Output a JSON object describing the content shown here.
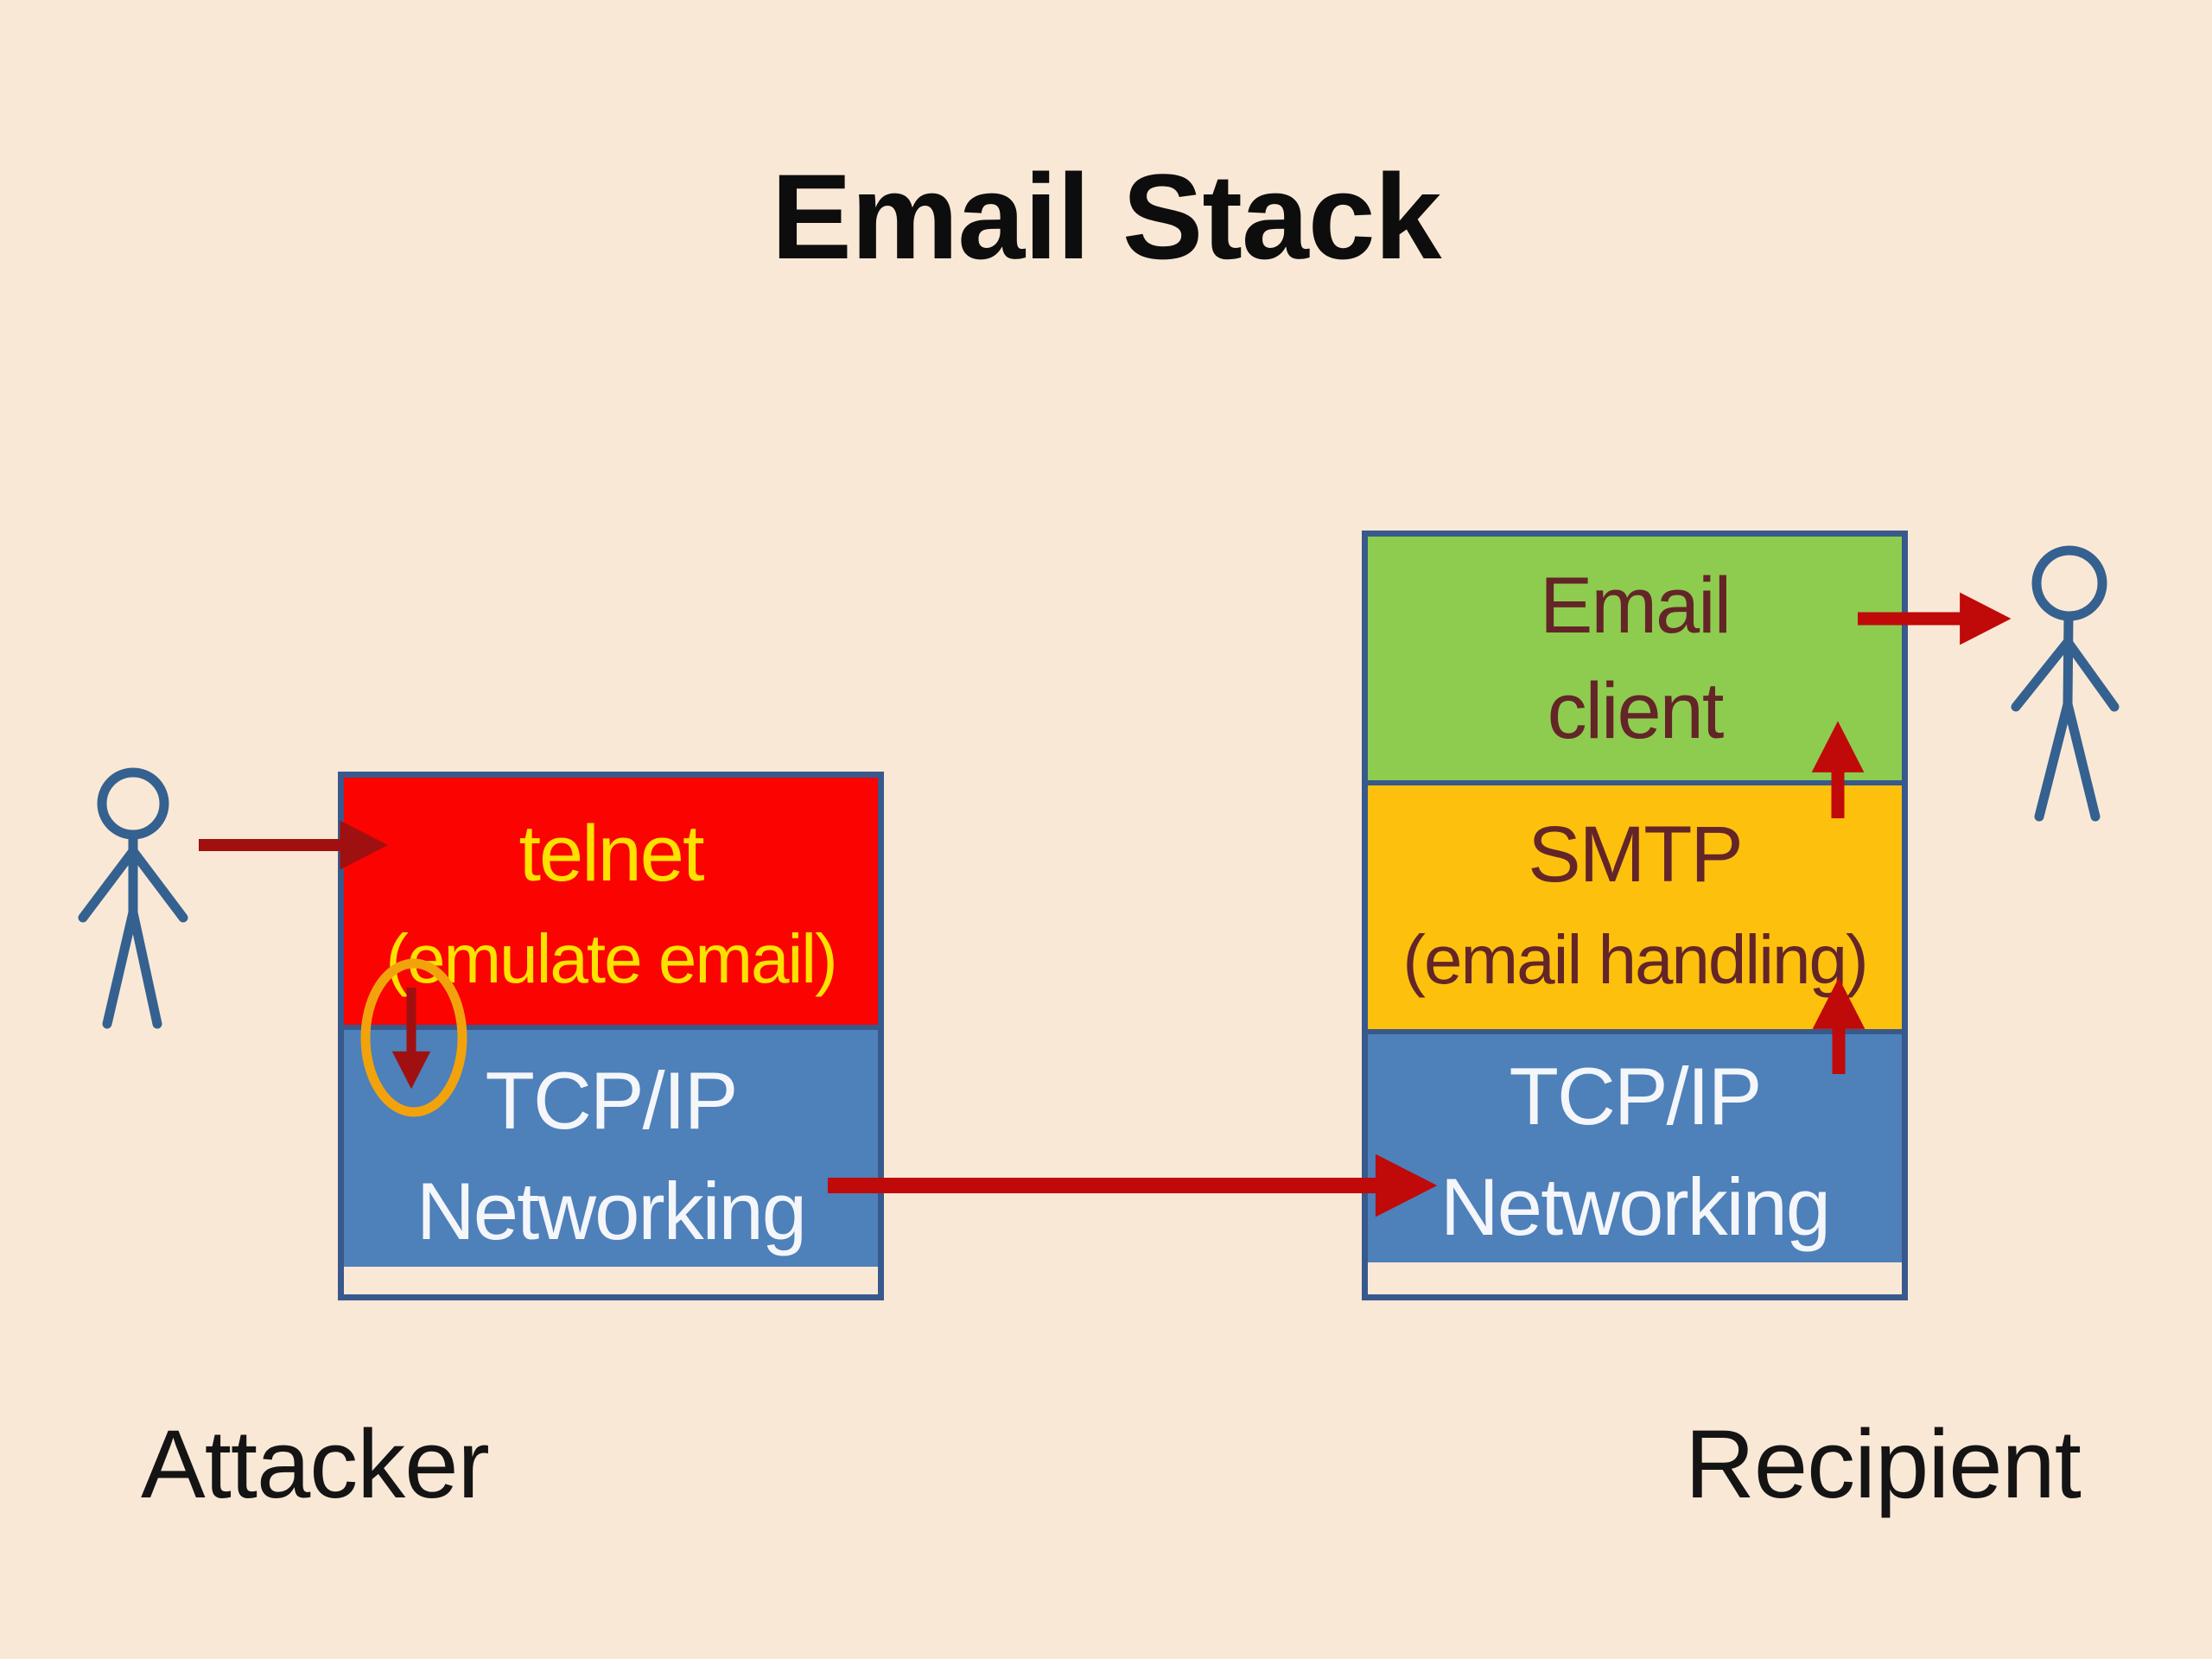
{
  "title": "Email Stack",
  "labels": {
    "attacker": "Attacker",
    "recipient": "Recipient"
  },
  "attacker_stack": {
    "telnet_line1": "telnet",
    "telnet_line2": "(emulate email)",
    "network_line1": "TCP/IP",
    "network_line2": "Networking"
  },
  "recipient_stack": {
    "client_line1": "Email",
    "client_line2": "client",
    "smtp_line1": "SMTP",
    "smtp_line2": "(email handling)",
    "network_line1": "TCP/IP",
    "network_line2": "Networking"
  },
  "annotations": {
    "attacker_figure": "stick-figure",
    "recipient_figure": "stick-figure",
    "highlight": "orange-ellipse-around-down-arrow",
    "arrows": [
      "attacker-to-telnet",
      "telnet-down-to-tcpip",
      "attacker-tcpip-to-recipient-tcpip",
      "tcpip-up-to-smtp",
      "smtp-up-to-email-client",
      "email-client-to-recipient"
    ]
  },
  "colors": {
    "bg": "#FAE8D6",
    "title": "#0D0D0D",
    "caption": "#141414",
    "red": "#FA0301",
    "yellow": "#FFE100",
    "blue": "#4E80BA",
    "green": "#8ECC4F",
    "orange": "#FDC00D",
    "maroon": "#632528",
    "text_light": "#F4F6FA",
    "border": "#38598C",
    "arrow": "#C00909",
    "arrow_dark": "#A01010",
    "ellipse": "#F2A30C",
    "figure": "#34618F"
  }
}
